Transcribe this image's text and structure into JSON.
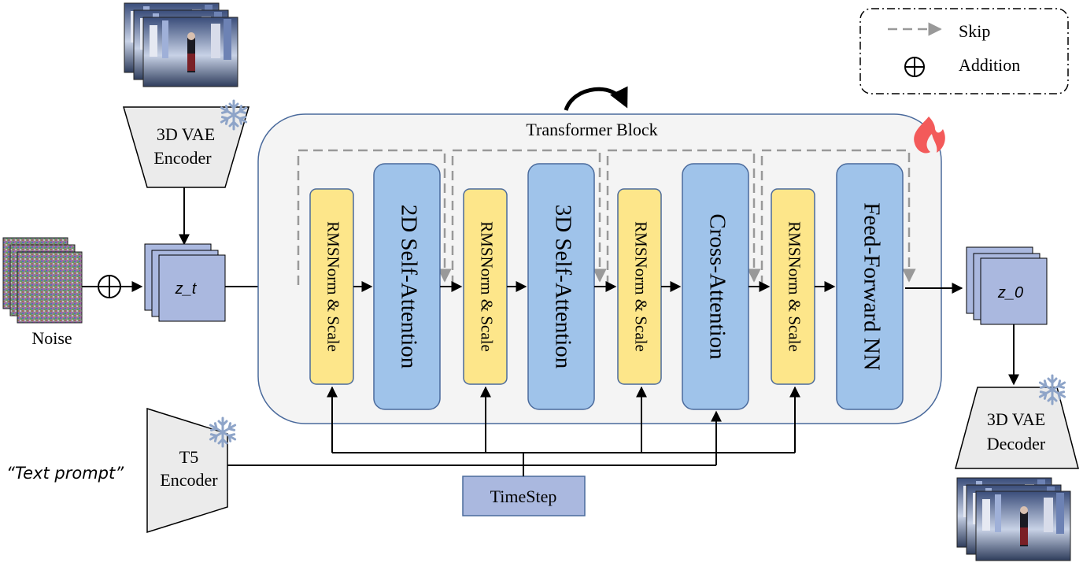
{
  "legend": {
    "skip_label": "Skip",
    "addition_label": "Addition"
  },
  "transformer": {
    "title": "Transformer Block",
    "norm_label": "RMSNorm & Scale",
    "modules": [
      "2D Self-Attention",
      "3D Self-Attention",
      "Cross-Attention",
      "Feed-Forward NN"
    ]
  },
  "vae_encoder": {
    "line1": "3D VAE",
    "line2": "Encoder"
  },
  "vae_decoder": {
    "line1": "3D VAE",
    "line2": "Decoder"
  },
  "t5_encoder": {
    "line1": "T5",
    "line2": "Encoder"
  },
  "noise_label": "Noise",
  "latent_in": "z_t",
  "latent_out": "z_0",
  "text_prompt": "“Text prompt”",
  "timestep_label": "TimeStep",
  "colors": {
    "block_fill": "#f4f4f4",
    "block_stroke": "#4a6a9c",
    "norm_fill": "#fde68a",
    "module_fill": "#9fc3ea",
    "latent_fill": "#aab8df",
    "trapezoid_fill": "#ebebeb",
    "skip_stroke": "#999999",
    "snowflake": "#8ea4c8",
    "flame": "#f35a5a"
  },
  "icons": [
    "snowflake-icon",
    "flame-icon",
    "circle-plus-icon",
    "curved-arrow-icon"
  ]
}
